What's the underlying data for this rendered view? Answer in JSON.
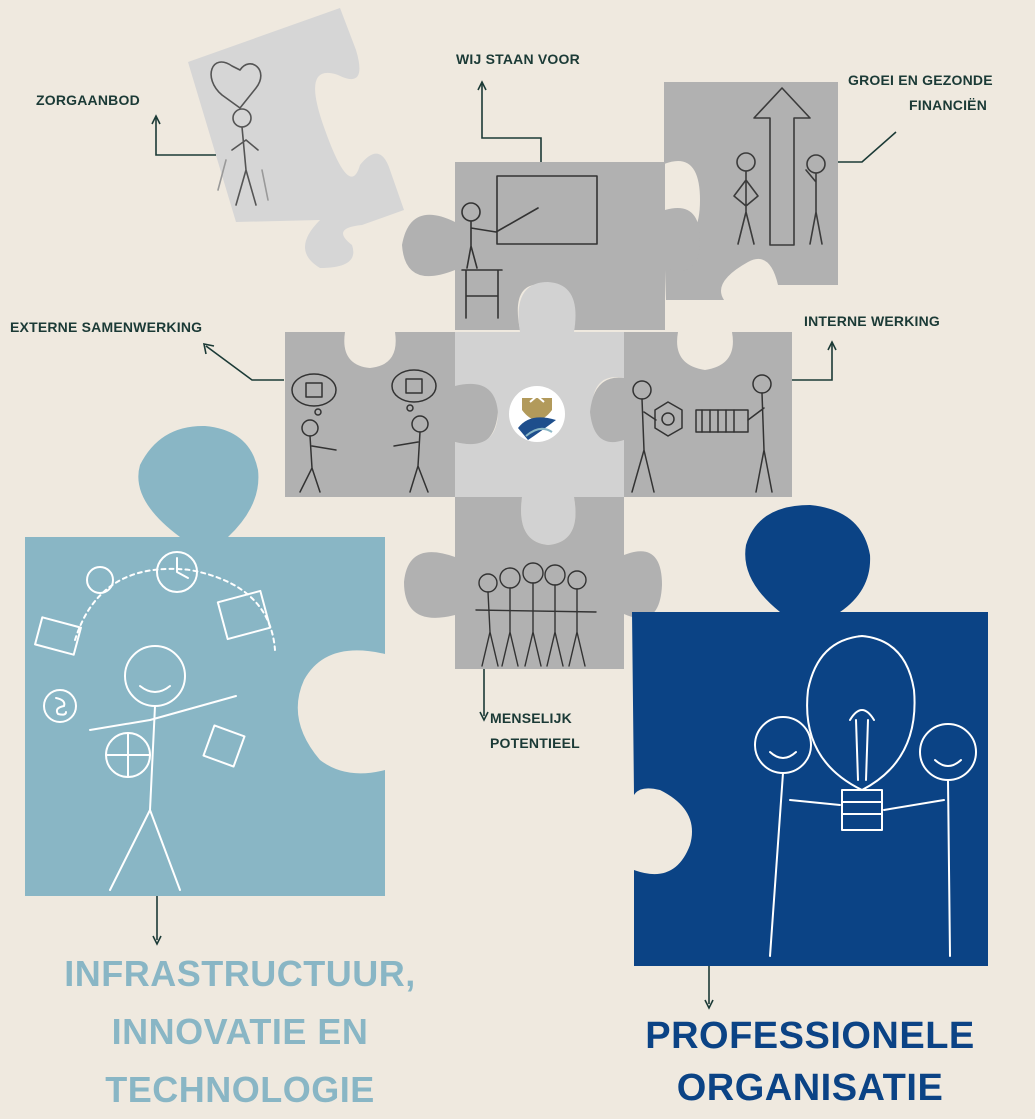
{
  "labels": {
    "zorgaanbod": "ZORGAANBOD",
    "wij_staan_voor": "WIJ STAAN VOOR",
    "groei_line1": "GROEI EN GEZONDE",
    "groei_line2": "FINANCIËN",
    "externe_samenwerking": "EXTERNE SAMENWERKING",
    "interne_werking": "INTERNE WERKING",
    "menselijk_line1": "MENSELIJK",
    "menselijk_line2": "POTENTIEEL"
  },
  "pillars": {
    "infrastructuur": {
      "lines": [
        "INFRASTRUCTUUR,",
        "INNOVATIE EN",
        "TECHNOLOGIE"
      ],
      "color": "#89b6c5"
    },
    "professionele": {
      "lines": [
        "PROFESSIONELE",
        "ORGANISATIE"
      ],
      "color": "#0b4385"
    }
  },
  "colors": {
    "background": "#efe9df",
    "label_text": "#1b3a36",
    "piece_light": "#d6d6d6",
    "piece_mid": "#b1b1b1",
    "piece_center": "#d2d2d2",
    "logo_gold": "#b29a5b",
    "logo_blue": "#1e4e8c"
  },
  "icons": {
    "logo": "organisation-logo-icon",
    "connector": "arrow-connector-icon"
  }
}
